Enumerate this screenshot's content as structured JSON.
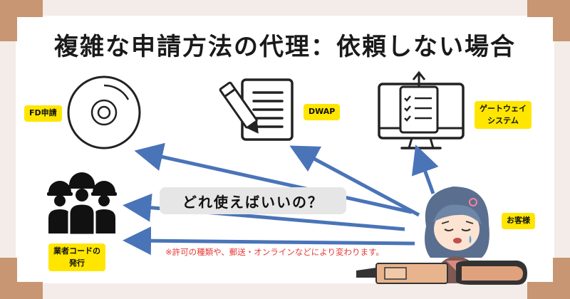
{
  "title": "複雑な申請方法の代理：依頼しない場合",
  "labels": {
    "fd": "FD申請",
    "dwap": "DWAP",
    "gateway_line1": "ゲートウェイ",
    "gateway_line2": "システム",
    "gyosha_line1": "業者コードの",
    "gyosha_line2": "発行",
    "customer": "お客様"
  },
  "question": "どれ使えばいいの？",
  "note": "※許可の種類や、郵送・オンラインなどにより変わります。",
  "colors": {
    "background": "#ffffff",
    "frame": "#f3ece8",
    "corner": "#c89672",
    "tag": "#ffe600",
    "arrow": "#4a74b8",
    "note": "#e53935",
    "question_bg": "#e6e6e6"
  },
  "icons": [
    "cd-disc-icon",
    "document-pen-icon",
    "monitor-checklist-icon",
    "workers-helmet-icon",
    "crying-girl-icon",
    "marker-pen-icon"
  ]
}
